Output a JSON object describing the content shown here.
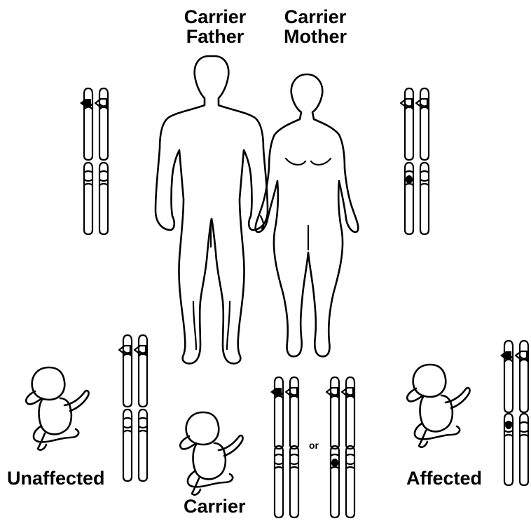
{
  "labels": {
    "carrier_father_1": "Carrier",
    "carrier_father_2": "Father",
    "carrier_mother_1": "Carrier",
    "carrier_mother_2": "Mother",
    "unaffected": "Unaffected",
    "carrier_child": "Carrier",
    "affected": "Affected",
    "or": "or"
  },
  "colors": {
    "ink": "#000000",
    "paper": "#ffffff"
  },
  "icons": [
    "father-figure",
    "mother-figure",
    "baby-figure",
    "chromosome-pair",
    "gene-marker-arrow",
    "gene-marker-dot"
  ]
}
